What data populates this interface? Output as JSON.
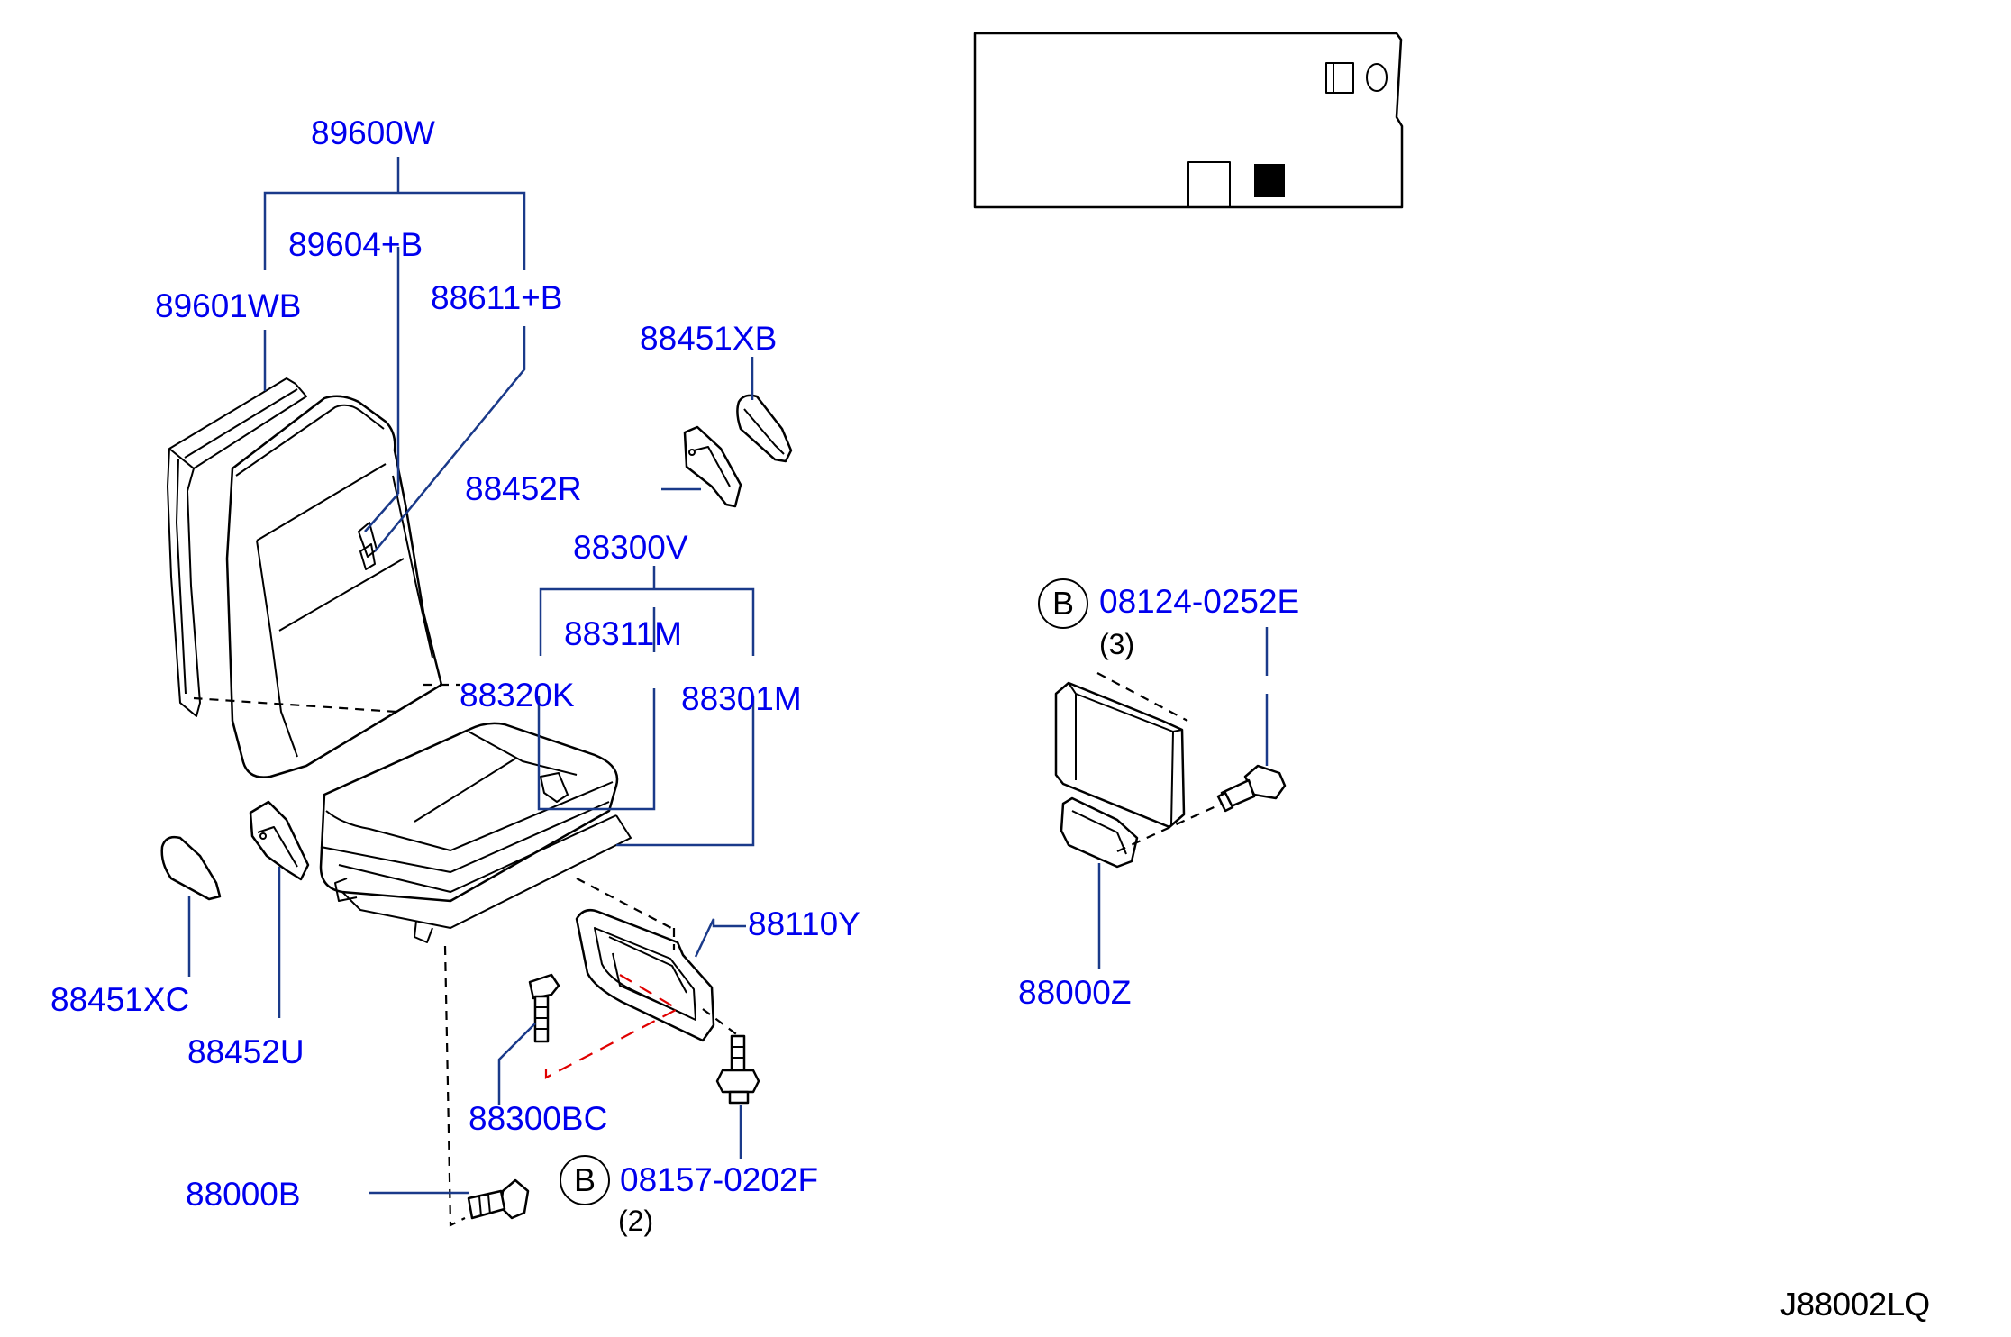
{
  "colors": {
    "label": "#0000ee",
    "leader": "#1a3a8a",
    "line": "#000000",
    "dashed_hint": "#e00000"
  },
  "labels": {
    "p89600W": "89600W",
    "p89604B": "89604+B",
    "p88611B": "88611+B",
    "p89601WB": "89601WB",
    "p88451XB": "88451XB",
    "p88452R": "88452R",
    "p88300V": "88300V",
    "p88311M": "88311M",
    "p88320K": "88320K",
    "p88301M": "88301M",
    "p08124": "08124-0252E",
    "p88110Y": "88110Y",
    "p88000Z": "88000Z",
    "p88451XC": "88451XC",
    "p88452U": "88452U",
    "p88300BC": "88300BC",
    "p88000B": "88000B",
    "p08157": "08157-0202F"
  },
  "callouts": {
    "bolt_b_upper": {
      "symbol": "B",
      "qty": "(3)"
    },
    "bolt_b_lower": {
      "symbol": "B",
      "qty": "(2)"
    }
  },
  "diagram_code": "J88002LQ"
}
